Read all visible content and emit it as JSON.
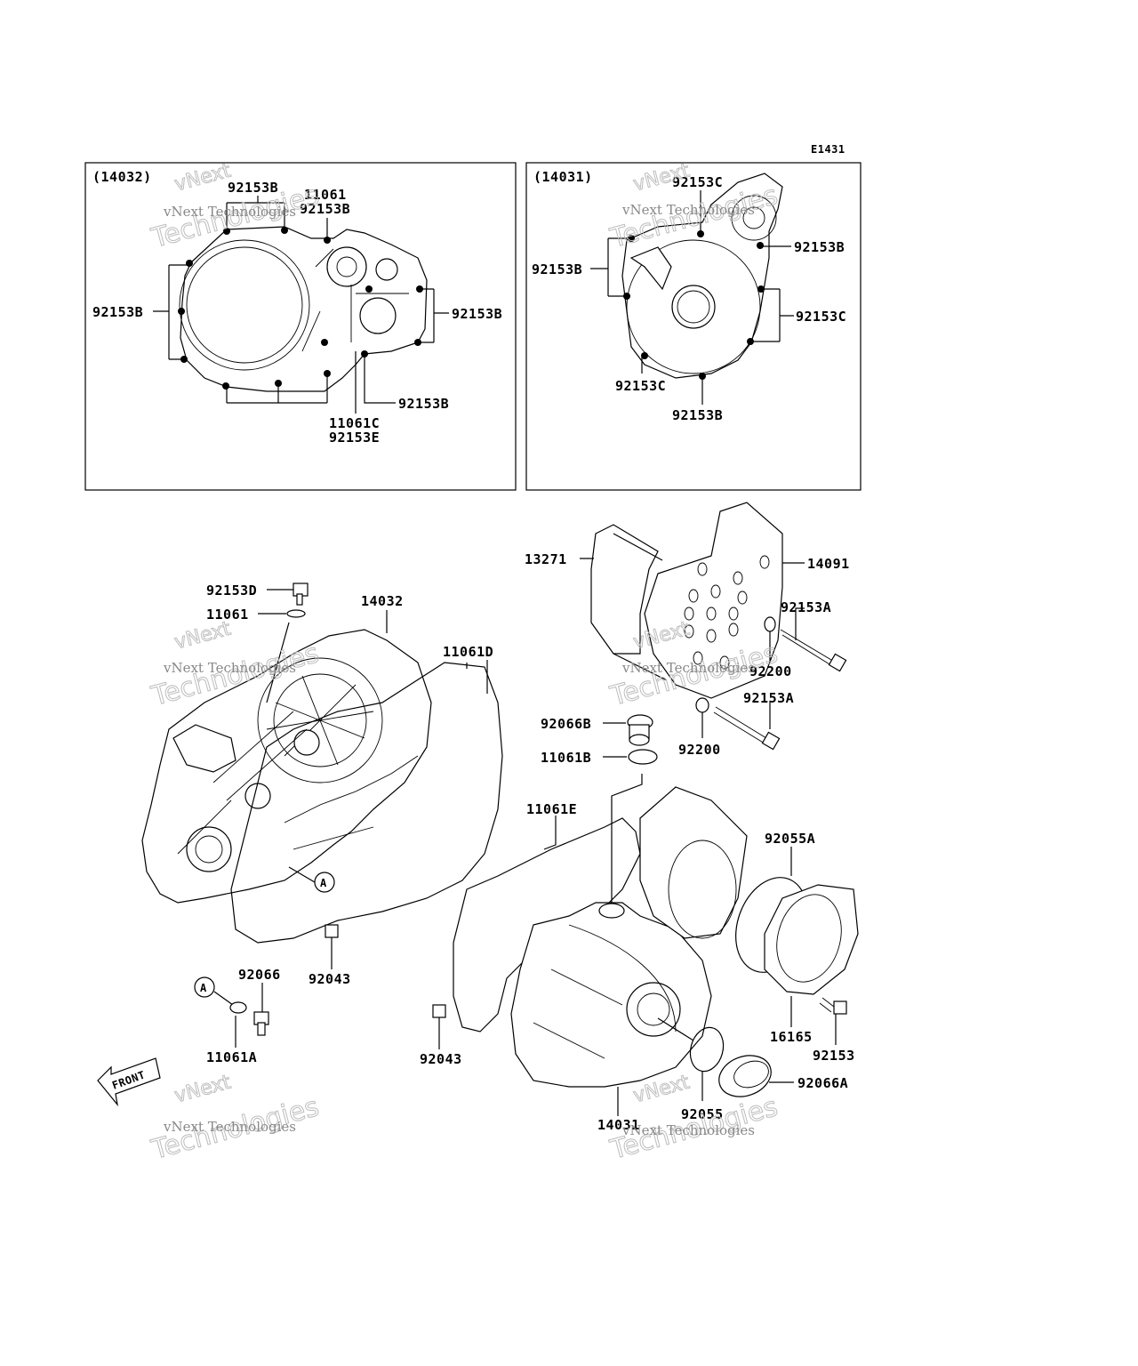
{
  "diagram_code": "E1431",
  "front_marker": "FRONT",
  "ref_a": "A",
  "watermark": {
    "line1": "vNext",
    "line2": "vNext Technologies",
    "line3": "Technologies"
  },
  "inset_left": {
    "title": "(14032)",
    "labels": {
      "top_b": "92153B",
      "n11061": "11061",
      "n92153b_2": "92153B",
      "left_b": "92153B",
      "right_b": "92153B",
      "bottom_b": "92153B",
      "n11061c": "11061C",
      "n92153e": "92153E"
    }
  },
  "inset_right": {
    "title": "(14031)",
    "labels": {
      "top_c": "92153C",
      "right_b": "92153B",
      "left_b": "92153B",
      "right_c": "92153C",
      "bottom_c": "92153C",
      "bottom_b": "92153B"
    }
  },
  "main_parts": {
    "p92153D": "92153D",
    "p11061": "11061",
    "p14032": "14032",
    "p11061D": "11061D",
    "p13271": "13271",
    "p14091": "14091",
    "p92153A_1": "92153A",
    "p92200_1": "92200",
    "p92153A_2": "92153A",
    "p92200_2": "92200",
    "p92066B": "92066B",
    "p11061B": "11061B",
    "p11061E": "11061E",
    "p92055A": "92055A",
    "p92043_1": "92043",
    "p92066": "92066",
    "p11061A": "11061A",
    "p92043_2": "92043",
    "p16165": "16165",
    "p92153": "92153",
    "p92066A": "92066A",
    "p92055": "92055",
    "p14031": "14031"
  }
}
